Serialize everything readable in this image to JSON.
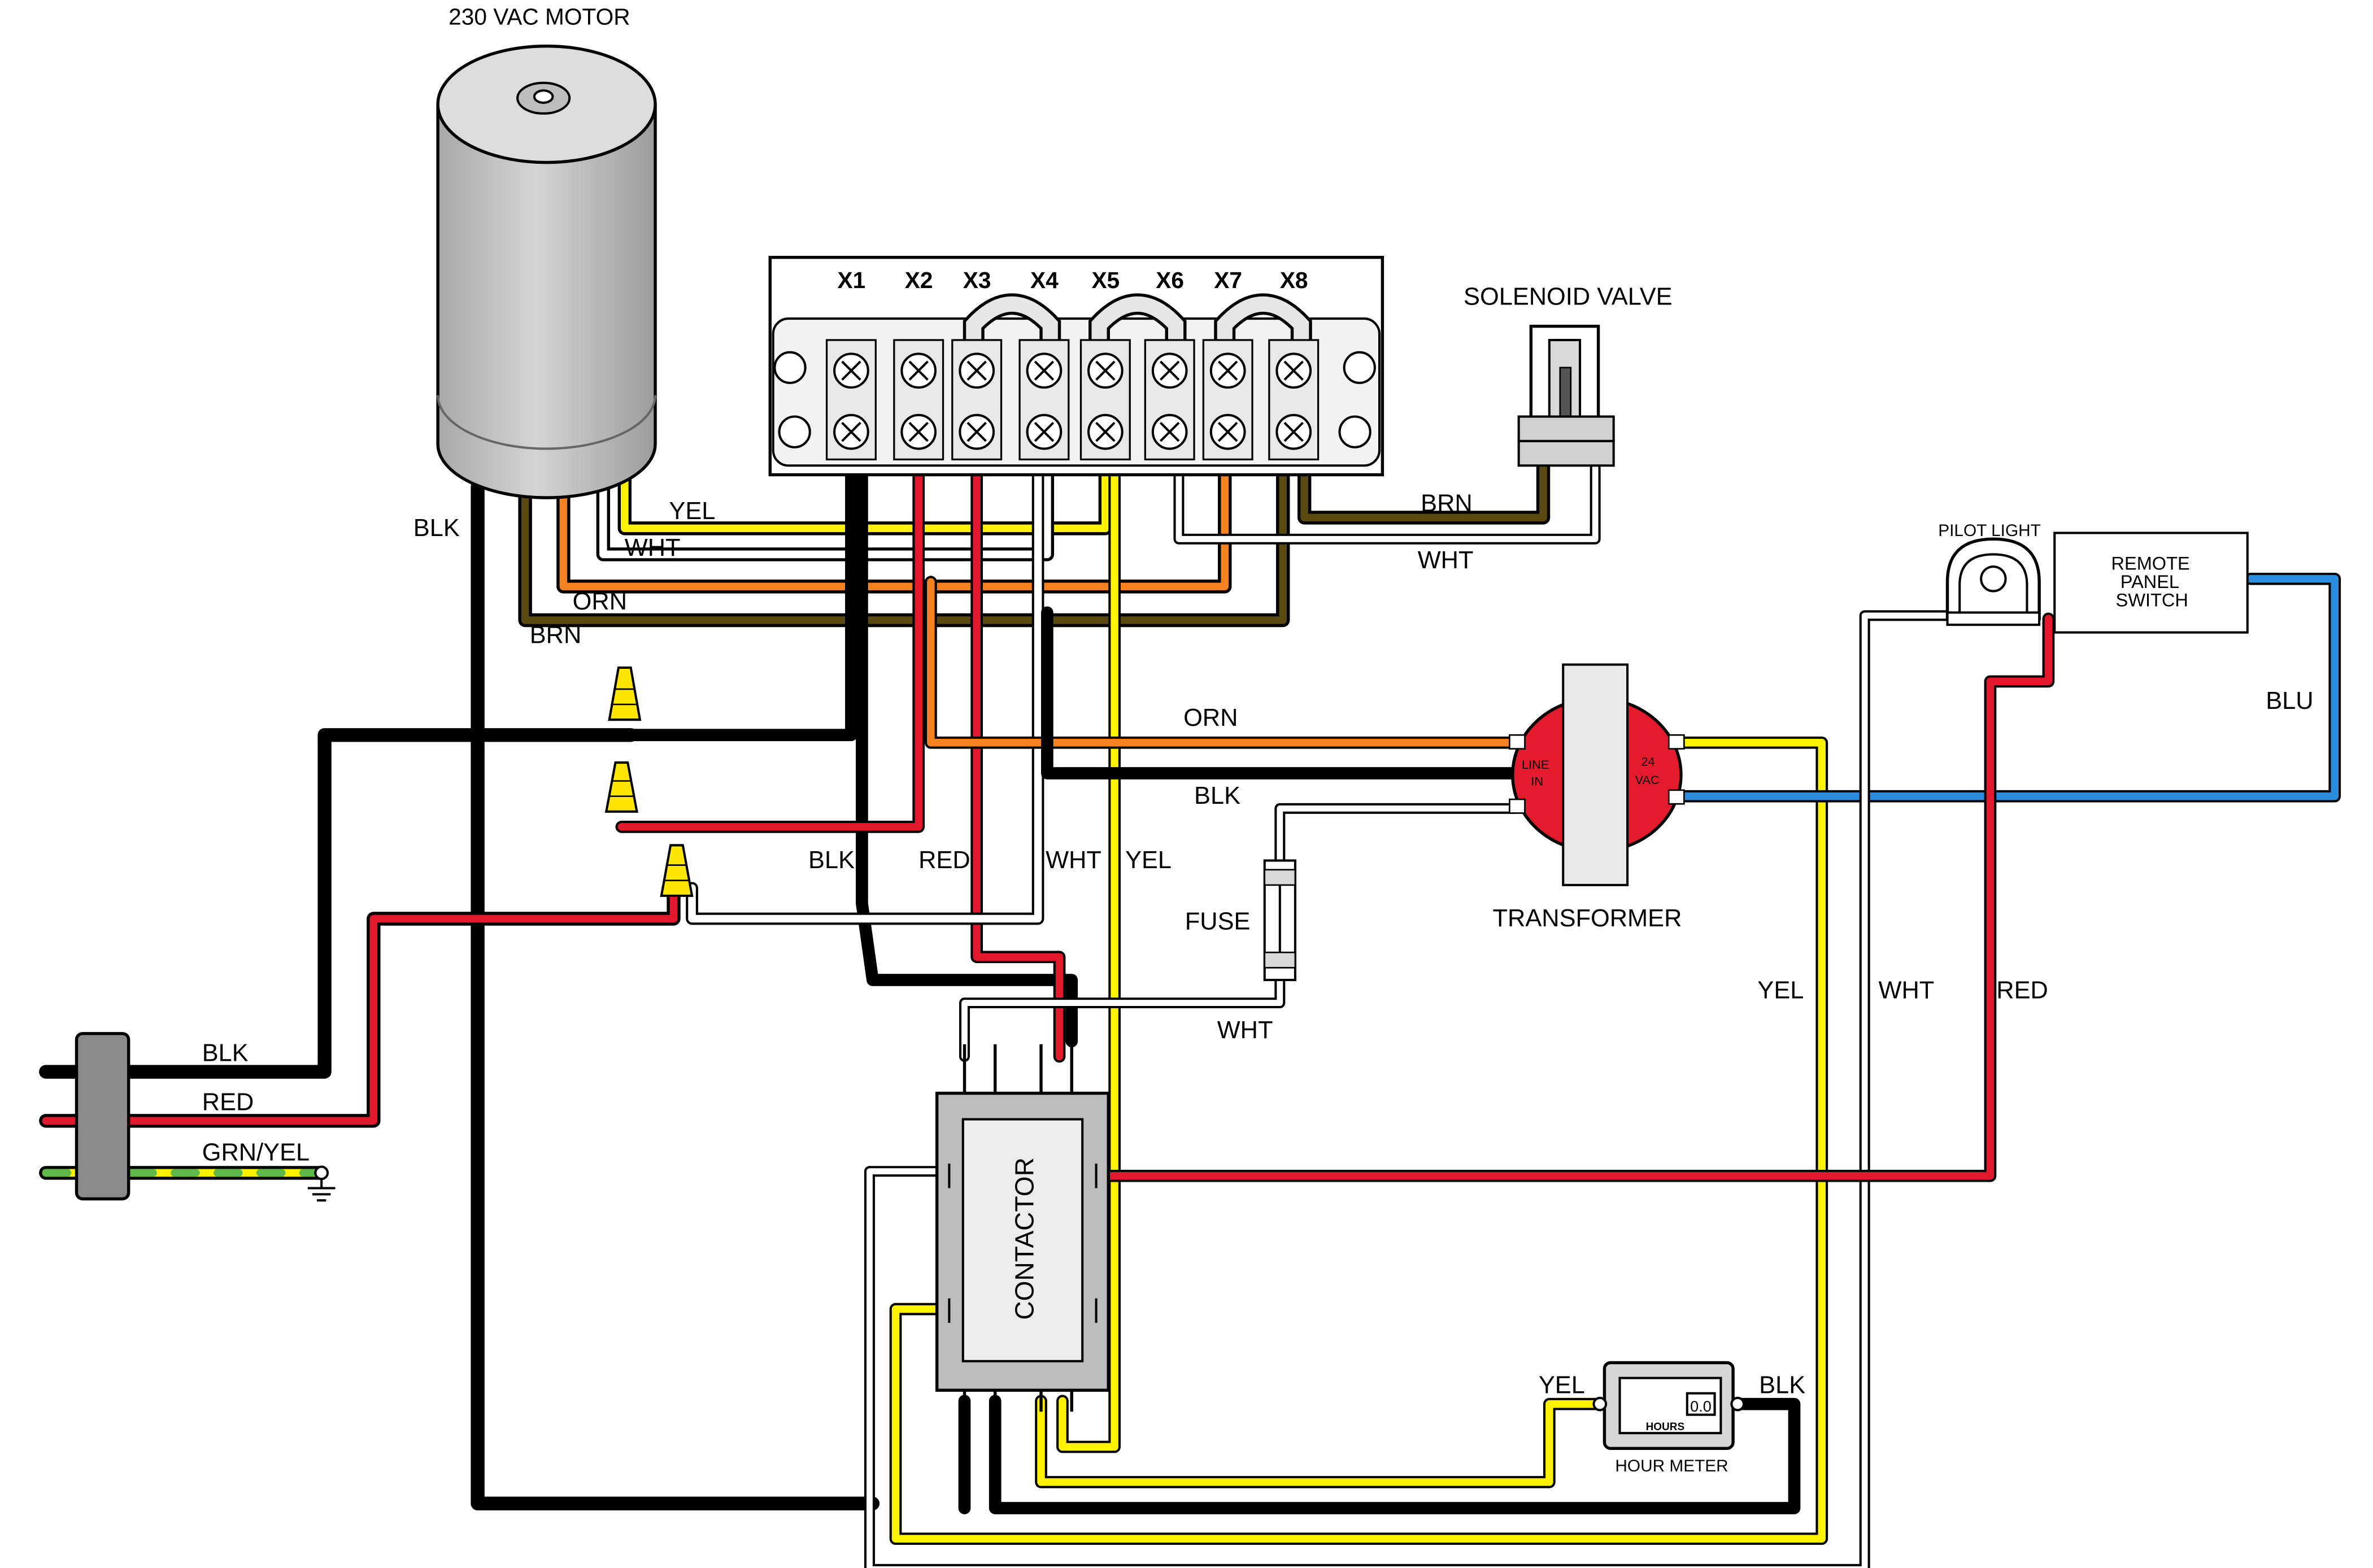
{
  "motor": {
    "label": "230 VAC  MOTOR"
  },
  "terminal_block": {
    "terminals": [
      "X1",
      "X2",
      "X3",
      "X4",
      "X5",
      "X6",
      "X7",
      "X8"
    ]
  },
  "solenoid": {
    "label": "SOLENOID VALVE"
  },
  "transformer": {
    "label": "TRANSFORMER",
    "line_in": [
      "LINE",
      "IN"
    ],
    "vac24": [
      "24",
      "VAC"
    ]
  },
  "fuse": {
    "label": "FUSE"
  },
  "contactor": {
    "label": "CONTACTOR"
  },
  "hour_meter": {
    "label": "HOUR METER",
    "display": "0.0",
    "hours": "HOURS"
  },
  "pilot_light": {
    "label": "PILOT LIGHT"
  },
  "remote_switch": {
    "line1": "REMOTE",
    "line2": "PANEL",
    "line3": "SWITCH"
  },
  "wire_labels": {
    "blk_motor": "BLK",
    "yel_top": "YEL",
    "wht_top": "WHT",
    "orn_top": "ORN",
    "brn_top": "BRN",
    "brn_sol": "BRN",
    "wht_sol": "WHT",
    "orn_xf": "ORN",
    "blk_xf": "BLK",
    "blk_mid": "BLK",
    "red_mid": "RED",
    "wht_mid": "WHT",
    "yel_mid": "YEL",
    "wht_fuse": "WHT",
    "blu": "BLU",
    "yel_right": "YEL",
    "wht_right": "WHT",
    "red_right": "RED",
    "yel_meter": "YEL",
    "blk_meter": "BLK"
  },
  "power_cord": {
    "blk": "BLK",
    "red": "RED",
    "ground": "GRN/YEL"
  },
  "colors": {
    "black": "#000000",
    "red": "#e2182c",
    "yellow": "#fff200",
    "orange": "#f58220",
    "brown": "#5a4a12",
    "blue": "#2b8de0",
    "white": "#ffffff",
    "green": "#5fb946",
    "motor_gray": "#c3c3c3",
    "transformer_red": "#e31b2c"
  }
}
